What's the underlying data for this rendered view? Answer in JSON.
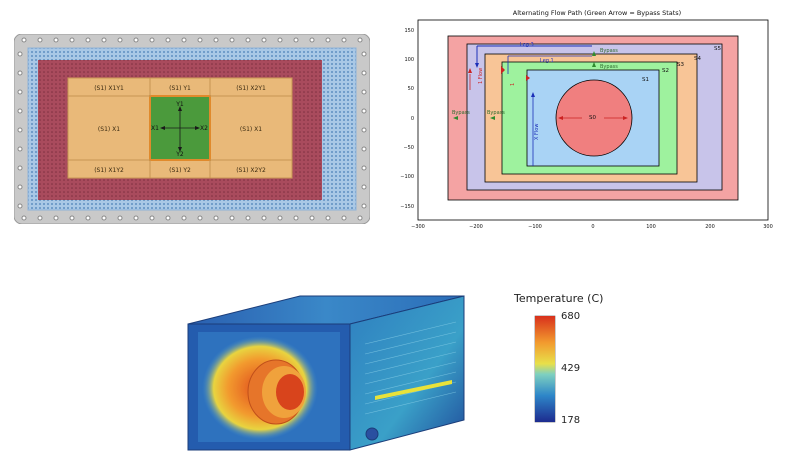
{
  "panel1": {
    "cells": {
      "x1y1": "(S1) X1Y1",
      "y1": "(S1) Y1",
      "x2y1": "(S1) X2Y1",
      "x1": "(S1) X1",
      "x1_right": "(S1) X1",
      "x1y2": "(S1) X1Y2",
      "y2": "(S1) Y2",
      "x2y2": "(S1) X2Y2"
    },
    "axis_labels": {
      "y1": "Y1",
      "y2": "Y2",
      "x1": "X1",
      "x2": "X2"
    }
  },
  "panel2": {
    "title": "Alternating Flow Path (Green Arrow = Bypass Stats)",
    "x_ticks": [
      "−300",
      "−200",
      "−100",
      "0",
      "100",
      "200",
      "300"
    ],
    "y_ticks": [
      "150",
      "100",
      "50",
      "0",
      "−50",
      "−100",
      "−150"
    ],
    "region_labels": {
      "s5": "S5",
      "s4": "S4",
      "s3": "S3",
      "s2": "S2",
      "s1": "S1",
      "s0": "S0"
    },
    "bypass_labels": [
      "Bypass",
      "Bypass",
      "Bypass",
      "Bypass"
    ],
    "leg_labels": [
      "Leg 1",
      "Leg 3"
    ],
    "side_labels": [
      "X Flow",
      "1 Flow",
      "1"
    ]
  },
  "panel3": {
    "legend_title": "Temperature (C)",
    "colorbar_max": "680",
    "colorbar_mid": "429",
    "colorbar_min": "178"
  }
}
